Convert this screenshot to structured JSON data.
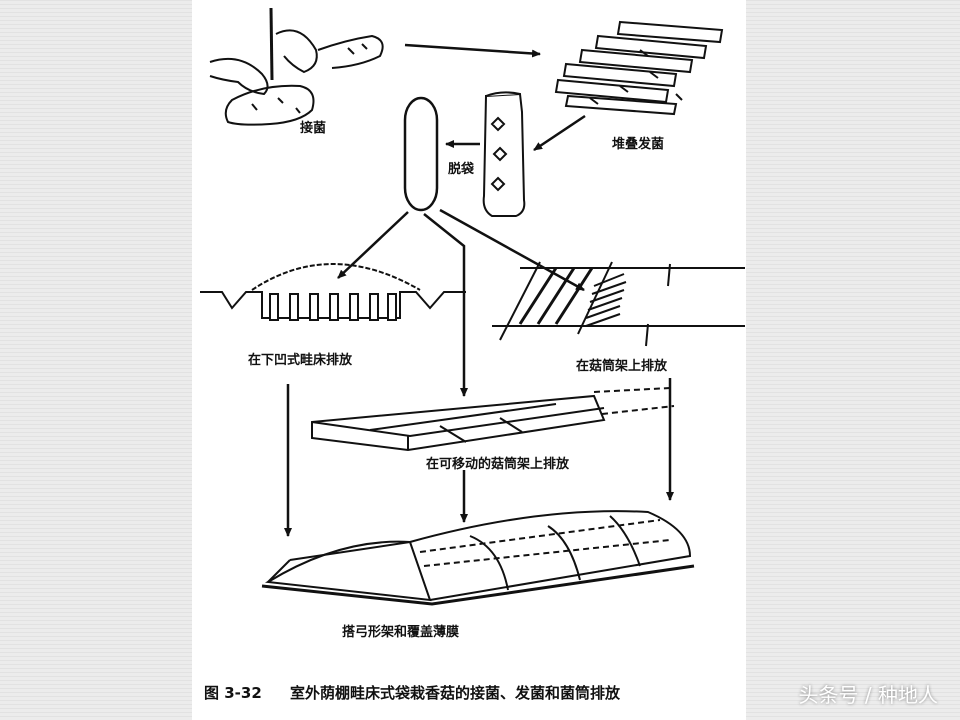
{
  "labels": {
    "inoculate": "接菌",
    "stack": "堆叠发菌",
    "debag": "脱袋",
    "sunken_bed": "在下凹式畦床排放",
    "rack": "在菇筒架上排放",
    "movable_rack": "在可移动的菇筒架上排放",
    "arch_film": "搭弓形架和覆盖薄膜"
  },
  "caption": {
    "figure_no": "图 3-32",
    "text": "室外荫棚畦床式袋栽香菇的接菌、发菌和菌筒排放"
  },
  "watermark": "头条号 / 种地人"
}
